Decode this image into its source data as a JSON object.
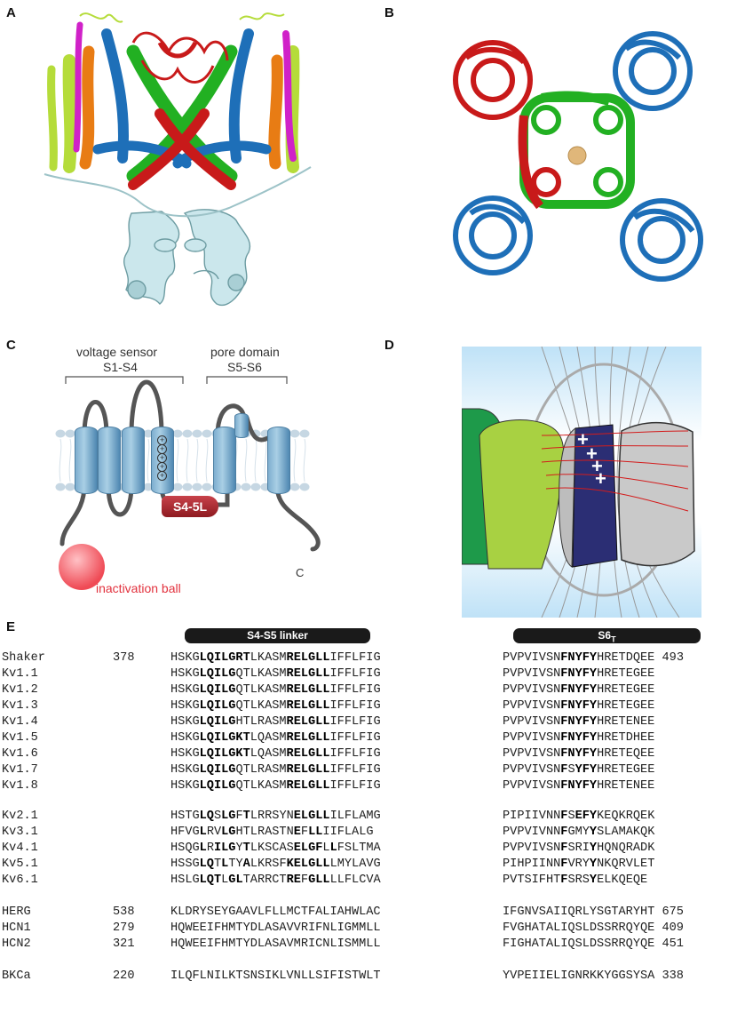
{
  "panels": {
    "a": "A",
    "b": "B",
    "c": "C",
    "d": "D",
    "e": "E"
  },
  "panel_c": {
    "voltage_sensor_label": "voltage sensor",
    "voltage_sensor_segments": "S1-S4",
    "pore_domain_label": "pore domain",
    "pore_domain_segments": "S5-S6",
    "linker_label": "S4-5L",
    "c_terminus": "C",
    "inactivation_label": "inactivation ball",
    "gating_charges": "+ + + + +"
  },
  "panel_d": {
    "charges": "+"
  },
  "panel_e": {
    "header_linker": "S4-S5 linker",
    "header_s6": "S6",
    "header_s6_sub": "T",
    "rows": [
      {
        "name": "Shaker",
        "start": "378",
        "end": "493",
        "s1": [
          [
            "HSKG",
            0
          ],
          [
            "LQILGRT",
            1
          ],
          [
            "LKASM",
            0
          ],
          [
            "RELGLL",
            1
          ],
          [
            "IFFLFIG",
            0
          ]
        ],
        "s2": [
          [
            "PVPVIVSN",
            0
          ],
          [
            "FNYFY",
            1
          ],
          [
            "HRETDQEE",
            0
          ]
        ]
      },
      {
        "name": "Kv1.1",
        "start": "",
        "end": "",
        "s1": [
          [
            "HSKG",
            0
          ],
          [
            "LQILG",
            1
          ],
          [
            "QTLKASM",
            0
          ],
          [
            "RELGLL",
            1
          ],
          [
            "IFFLFIG",
            0
          ]
        ],
        "s2": [
          [
            "PVPVIVSN",
            0
          ],
          [
            "FNYFY",
            1
          ],
          [
            "HRETEGEE",
            0
          ]
        ]
      },
      {
        "name": "Kv1.2",
        "start": "",
        "end": "",
        "s1": [
          [
            "HSKG",
            0
          ],
          [
            "LQILG",
            1
          ],
          [
            "QTLKASM",
            0
          ],
          [
            "RELGLL",
            1
          ],
          [
            "IFFLFIG",
            0
          ]
        ],
        "s2": [
          [
            "PVPVIVSN",
            0
          ],
          [
            "FNYFY",
            1
          ],
          [
            "HRETEGEE",
            0
          ]
        ]
      },
      {
        "name": "Kv1.3",
        "start": "",
        "end": "",
        "s1": [
          [
            "HSKG",
            0
          ],
          [
            "LQILG",
            1
          ],
          [
            "QTLKASM",
            0
          ],
          [
            "RELGLL",
            1
          ],
          [
            "IFFLFIG",
            0
          ]
        ],
        "s2": [
          [
            "PVPVIVSN",
            0
          ],
          [
            "FNYFY",
            1
          ],
          [
            "HRETEGEE",
            0
          ]
        ]
      },
      {
        "name": "Kv1.4",
        "start": "",
        "end": "",
        "s1": [
          [
            "HSKG",
            0
          ],
          [
            "LQILG",
            1
          ],
          [
            "HTLRASM",
            0
          ],
          [
            "RELGLL",
            1
          ],
          [
            "IFFLFIG",
            0
          ]
        ],
        "s2": [
          [
            "PVPVIVSN",
            0
          ],
          [
            "FNYFY",
            1
          ],
          [
            "HRETENEE",
            0
          ]
        ]
      },
      {
        "name": "Kv1.5",
        "start": "",
        "end": "",
        "s1": [
          [
            "HSKG",
            0
          ],
          [
            "LQILGKT",
            1
          ],
          [
            "LQASM",
            0
          ],
          [
            "RELGLL",
            1
          ],
          [
            "IFFLFIG",
            0
          ]
        ],
        "s2": [
          [
            "PVPVIVSN",
            0
          ],
          [
            "FNYFY",
            1
          ],
          [
            "HRETDHEE",
            0
          ]
        ]
      },
      {
        "name": "Kv1.6",
        "start": "",
        "end": "",
        "s1": [
          [
            "HSKG",
            0
          ],
          [
            "LQILGKT",
            1
          ],
          [
            "LQASM",
            0
          ],
          [
            "RELGLL",
            1
          ],
          [
            "IFFLFIG",
            0
          ]
        ],
        "s2": [
          [
            "PVPVIVSN",
            0
          ],
          [
            "FNYFY",
            1
          ],
          [
            "HRETEQEE",
            0
          ]
        ]
      },
      {
        "name": "Kv1.7",
        "start": "",
        "end": "",
        "s1": [
          [
            "HSKG",
            0
          ],
          [
            "LQILG",
            1
          ],
          [
            "QTLRASM",
            0
          ],
          [
            "RELGLL",
            1
          ],
          [
            "IFFLFIG",
            0
          ]
        ],
        "s2": [
          [
            "PVPVIVSN",
            0
          ],
          [
            "F",
            1
          ],
          [
            "S",
            0
          ],
          [
            "YFY",
            1
          ],
          [
            "HRETEGEE",
            0
          ]
        ]
      },
      {
        "name": "Kv1.8",
        "start": "",
        "end": "",
        "s1": [
          [
            "HSKG",
            0
          ],
          [
            "LQILG",
            1
          ],
          [
            "QTLKASM",
            0
          ],
          [
            "RELGLL",
            1
          ],
          [
            "IFFLFIG",
            0
          ]
        ],
        "s2": [
          [
            "PVPVIVSN",
            0
          ],
          [
            "FNYFY",
            1
          ],
          [
            "HRETENEE",
            0
          ]
        ]
      },
      {
        "name": "Kv2.1",
        "start": "",
        "end": "",
        "s1": [
          [
            "HSTG",
            0
          ],
          [
            "LQ",
            1
          ],
          [
            "S",
            0
          ],
          [
            "LG",
            1
          ],
          [
            "F",
            0
          ],
          [
            "T",
            1
          ],
          [
            "LRRSYN",
            0
          ],
          [
            "ELGLL",
            1
          ],
          [
            "ILFLAMG",
            0
          ]
        ],
        "s2": [
          [
            "PIPIIVNN",
            0
          ],
          [
            "F",
            1
          ],
          [
            "S",
            0
          ],
          [
            "EFY",
            1
          ],
          [
            "KEQKRQEK",
            0
          ]
        ]
      },
      {
        "name": "Kv3.1",
        "start": "",
        "end": "",
        "s1": [
          [
            "HFVG",
            0
          ],
          [
            "L",
            1
          ],
          [
            "RV",
            0
          ],
          [
            "LG",
            1
          ],
          [
            "HTLRASTN",
            0
          ],
          [
            "E",
            1
          ],
          [
            "F",
            0
          ],
          [
            "LL",
            1
          ],
          [
            "IIFLALG",
            0
          ]
        ],
        "s2": [
          [
            "PVPVIVNN",
            0
          ],
          [
            "F",
            1
          ],
          [
            "GMY",
            0
          ],
          [
            "Y",
            1
          ],
          [
            "SLAMAKQK",
            0
          ]
        ]
      },
      {
        "name": "Kv4.1",
        "start": "",
        "end": "",
        "s1": [
          [
            "HSQG",
            0
          ],
          [
            "L",
            1
          ],
          [
            "R",
            0
          ],
          [
            "ILG",
            1
          ],
          [
            "Y",
            0
          ],
          [
            "T",
            1
          ],
          [
            "LKSCAS",
            0
          ],
          [
            "ELGF",
            1
          ],
          [
            "L",
            0
          ],
          [
            "L",
            1
          ],
          [
            "FSLTMA",
            0
          ]
        ],
        "s2": [
          [
            "PVPVIVSN",
            0
          ],
          [
            "F",
            1
          ],
          [
            "SRI",
            0
          ],
          [
            "Y",
            1
          ],
          [
            "HQNQRADK",
            0
          ]
        ]
      },
      {
        "name": "Kv5.1",
        "start": "",
        "end": "",
        "s1": [
          [
            "HSSG",
            0
          ],
          [
            "LQ",
            1
          ],
          [
            "T",
            0
          ],
          [
            "L",
            1
          ],
          [
            "TY",
            0
          ],
          [
            "A",
            1
          ],
          [
            "LKRSF",
            0
          ],
          [
            "KELGLL",
            1
          ],
          [
            "LMYLAVG",
            0
          ]
        ],
        "s2": [
          [
            "PIHPIINN",
            0
          ],
          [
            "F",
            1
          ],
          [
            "VRY",
            0
          ],
          [
            "Y",
            1
          ],
          [
            "NKQRVLET",
            0
          ]
        ]
      },
      {
        "name": "Kv6.1",
        "start": "",
        "end": "",
        "s1": [
          [
            "HSLG",
            0
          ],
          [
            "LQT",
            1
          ],
          [
            "L",
            0
          ],
          [
            "GL",
            1
          ],
          [
            "TARRCT",
            0
          ],
          [
            "RE",
            1
          ],
          [
            "F",
            0
          ],
          [
            "GLL",
            1
          ],
          [
            "LLFLCVA",
            0
          ]
        ],
        "s2": [
          [
            "PVTSIFHT",
            0
          ],
          [
            "F",
            1
          ],
          [
            "SRS",
            0
          ],
          [
            "Y",
            1
          ],
          [
            "ELKQEQE",
            0
          ]
        ]
      },
      {
        "name": "HERG",
        "start": "538",
        "end": "675",
        "s1": [
          [
            "KLDRYSEYGAAVLFLLMCTFALIAHWLAC",
            0
          ]
        ],
        "s2": [
          [
            "IFGNVSAIIQRLYSGTARYHT",
            0
          ]
        ]
      },
      {
        "name": "HCN1",
        "start": "279",
        "end": "409",
        "s1": [
          [
            "HQWEEIFHMTYDLASAVVRIFNLIGMMLL",
            0
          ]
        ],
        "s2": [
          [
            "FVGHATALIQSLDSSRRQYQE",
            0
          ]
        ]
      },
      {
        "name": "HCN2",
        "start": "321",
        "end": "451",
        "s1": [
          [
            "HQWEEIFHMTYDLASAVMRICNLISMMLL",
            0
          ]
        ],
        "s2": [
          [
            "FIGHATALIQSLDSSRRQYQE",
            0
          ]
        ]
      },
      {
        "name": "BKCa",
        "start": "220",
        "end": "338",
        "s1": [
          [
            "ILQFLNILKTSNSIKLVNLLSIFISTWLT",
            0
          ]
        ],
        "s2": [
          [
            "YVPEIIELIGNRKKYGGSYSA",
            0
          ]
        ]
      }
    ]
  },
  "colors": {
    "pale_cyan": "#c9e6ea",
    "teal_dark": "#5e8a8f",
    "red": "#c81a1a",
    "green": "#22b022",
    "blue": "#1e6fb8",
    "orange": "#e87c14",
    "magenta": "#d021c8",
    "lime": "#b5dc3a",
    "helix_blue": "#5f9cc5",
    "linker_red": "#b21e26",
    "ball_red": "#ef4a55",
    "navy": "#2b2e74"
  }
}
